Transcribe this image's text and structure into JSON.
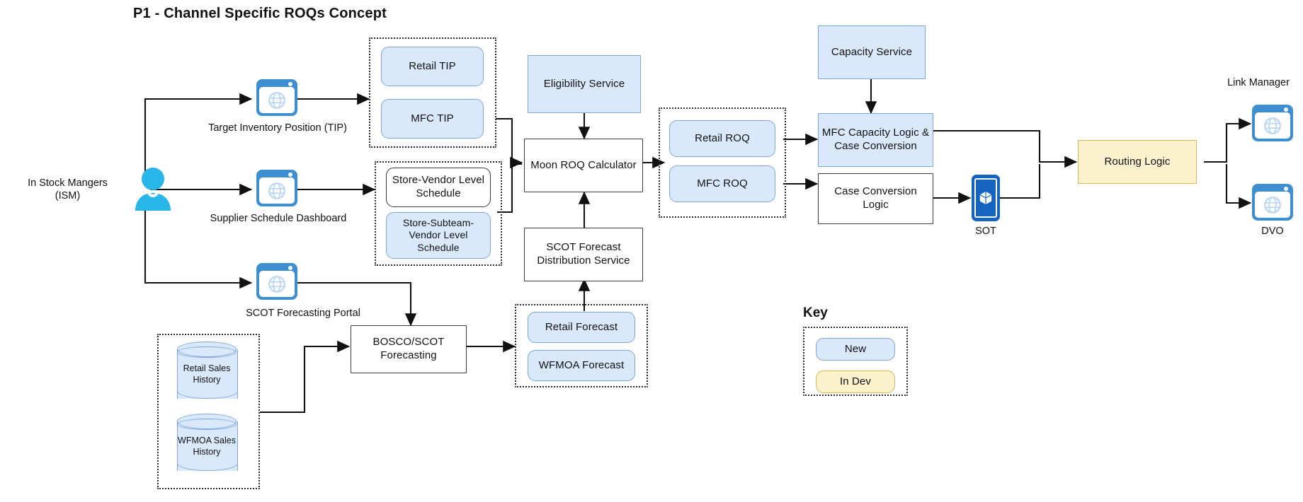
{
  "title": "P1 - Channel Specific ROQs Concept",
  "colors": {
    "new_fill": "#dae8fc",
    "new_stroke": "#7ea6d9",
    "indev_fill": "#fcf1cd",
    "indev_stroke": "#d6b656",
    "existing_fill": "#ffffff",
    "existing_stroke": "#3b3b3b",
    "actor_blue": "#29b6e8",
    "icon_blue": "#3d8fd1",
    "phone_blue": "#1565c0"
  },
  "actor": {
    "label_line1": "In Stock Mangers",
    "label_line2": "(ISM)",
    "icon": "user-icon"
  },
  "portals": [
    {
      "id": "tip",
      "caption": "Target Inventory Position (TIP)",
      "icon": "browser-icon"
    },
    {
      "id": "ssd",
      "caption": "Supplier Schedule Dashboard",
      "icon": "browser-icon"
    },
    {
      "id": "scot",
      "caption": "SCOT Forecasting Portal",
      "icon": "browser-icon"
    }
  ],
  "groups": {
    "tip_group": {
      "items": [
        {
          "label": "Retail TIP",
          "style": "new"
        },
        {
          "label": "MFC TIP",
          "style": "new"
        }
      ]
    },
    "schedule_group": {
      "items": [
        {
          "label": "Store-Vendor Level Schedule",
          "style": "existing"
        },
        {
          "label": "Store-Subteam-Vendor Level Schedule",
          "style": "new"
        }
      ]
    },
    "roq_group": {
      "items": [
        {
          "label": "Retail ROQ",
          "style": "new"
        },
        {
          "label": "MFC ROQ",
          "style": "new"
        }
      ]
    },
    "forecast_group": {
      "items": [
        {
          "label": "Retail Forecast",
          "style": "new"
        },
        {
          "label": "WFMOA Forecast",
          "style": "new"
        }
      ]
    },
    "history_group": {
      "items": [
        {
          "label": "Retail Sales History",
          "style": "new"
        },
        {
          "label": "WFMOA Sales History",
          "style": "new"
        }
      ]
    }
  },
  "services": {
    "eligibility": {
      "label": "Eligibility Service",
      "style": "new"
    },
    "moon": {
      "label": "Moon ROQ Calculator",
      "style": "existing"
    },
    "scot_forecast": {
      "label": "SCOT Forecast Distribution Service",
      "style": "existing"
    },
    "capacity": {
      "label": "Capacity Service",
      "style": "new"
    },
    "mfc_capacity": {
      "label": "MFC Capacity Logic & Case Conversion",
      "style": "new"
    },
    "case_conversion": {
      "label": "Case Conversion Logic",
      "style": "existing"
    },
    "routing": {
      "label": "Routing Logic",
      "style": "indev"
    },
    "bosco": {
      "label": "BOSCO/SCOT Forecasting",
      "style": "existing"
    }
  },
  "sot": {
    "label": "SOT",
    "icon": "mobile-app-icon"
  },
  "outputs": {
    "link_manager": "Link Manager",
    "dvo": "DVO"
  },
  "key": {
    "title": "Key",
    "items": [
      {
        "label": "New",
        "style": "new"
      },
      {
        "label": "In Dev",
        "style": "indev"
      }
    ]
  }
}
